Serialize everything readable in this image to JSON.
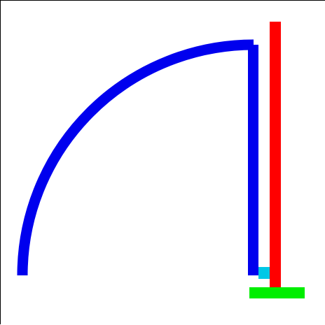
{
  "diagram": {
    "shapes": [
      {
        "name": "blue-arc-stroke",
        "kind": "arc",
        "color": "#0000ee"
      },
      {
        "name": "blue-vertical-bar",
        "kind": "bar",
        "color": "#0000ee"
      },
      {
        "name": "red-vertical-bar",
        "kind": "bar",
        "color": "#ff0000"
      },
      {
        "name": "cyan-square",
        "kind": "square",
        "color": "#00c8e6"
      },
      {
        "name": "green-horizontal-bar",
        "kind": "bar",
        "color": "#00ee00"
      }
    ]
  }
}
